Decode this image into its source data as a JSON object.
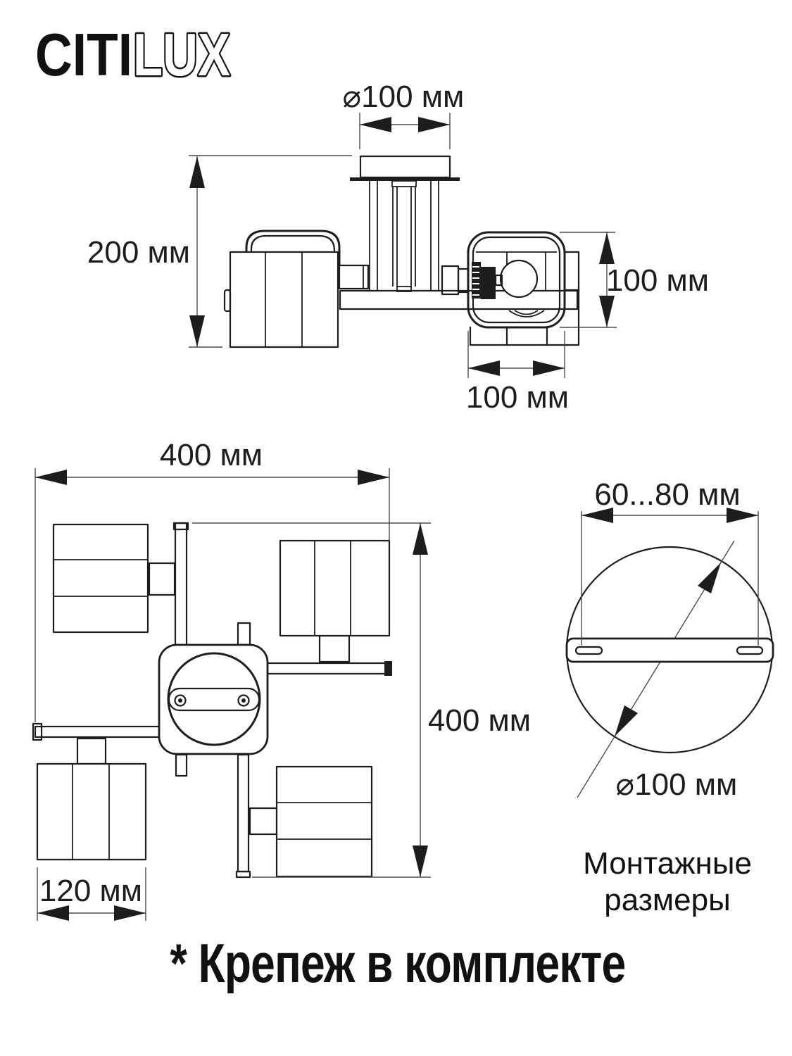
{
  "brand": {
    "logo_solid": "CITI",
    "logo_outline": "LUX"
  },
  "colors": {
    "ink": "#1d1d1d",
    "background": "#ffffff"
  },
  "side_view": {
    "canopy_diameter": "⌀100 мм",
    "height": "200 мм",
    "shade_height": "100 мм",
    "shade_width": "100 мм"
  },
  "top_view": {
    "width": "400 мм",
    "depth": "400 мм",
    "shade_width": "120 мм"
  },
  "mounting_plate": {
    "slot_spacing": "60...80 мм",
    "plate_diameter": "⌀100 мм",
    "caption_line1": "Монтажные",
    "caption_line2": "размеры"
  },
  "footnote": "* Крепеж в комплекте"
}
